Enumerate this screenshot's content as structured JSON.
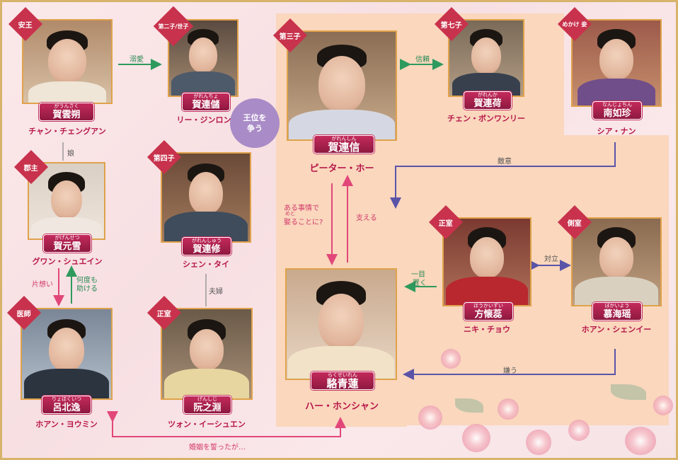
{
  "relations": {
    "dekiai": "溺愛",
    "shinrai": "信頼",
    "musume": "娘",
    "teki_i": "敵意",
    "aru_jijou": "ある事情で",
    "metoru": "めと",
    "metoru_line": "娶ることに?",
    "sasaeru": "支える",
    "kataomoi": "片想い",
    "nando_mo": "何度も",
    "tasukeru": "助ける",
    "fuufu": "夫婦",
    "ichimoku_1": "一目",
    "ichimoku_2": "置く",
    "tairitsu": "対立",
    "kirau": "嫌う",
    "konin": "婚姻を誓ったが…",
    "ouijou_1": "王位を",
    "ouijou_2": "争う"
  },
  "people": {
    "anou": {
      "role": "安王",
      "ruby": "がうんさく",
      "kanji": "賀雲朔",
      "actor": "チャン・チェングアン"
    },
    "renju": {
      "role": "第二子/世子",
      "ruby": "がれんちょ",
      "kanji": "賀連儲",
      "actor": "リー・ジンロン"
    },
    "renshin": {
      "role": "第三子",
      "ruby": "がれんしん",
      "kanji": "賀連信",
      "actor": "ピーター・ホー"
    },
    "renka": {
      "role": "第七子",
      "ruby": "がれんか",
      "kanji": "賀連荷",
      "actor": "チェン・ボンワンリー"
    },
    "nanjochin": {
      "role": "めかけ 妾",
      "ruby": "なんじょちん",
      "kanji": "南如珍",
      "actor": "シア・ナン"
    },
    "genset": {
      "role": "郡主",
      "ruby": "がげんせつ",
      "kanji": "賀元雪",
      "actor": "グワン・シュエイン"
    },
    "renshu": {
      "role": "第四子",
      "ruby": "がれんしゅう",
      "kanji": "賀連修",
      "actor": "シェン・タイ"
    },
    "hokui": {
      "role": "医師",
      "ruby": "りょほくいつ",
      "kanji": "呂北逸",
      "actor": "ホアン・ヨウミン"
    },
    "shiken": {
      "role": "正室",
      "ruby": "げんしじ",
      "kanji": "阮之淵",
      "actor": "ツォン・イーシュエン"
    },
    "seiren": {
      "ruby": "らくせいれん",
      "kanji": "駱青蓮",
      "actor": "ハー・ホンシャン"
    },
    "kaisui": {
      "role": "正室",
      "ruby": "ほうかいずい",
      "kanji": "方懐蕊",
      "actor": "ニキ・チョウ"
    },
    "kaiyo": {
      "role": "側室",
      "ruby": "ぼかいよう",
      "kanji": "慕海瑶",
      "actor": "ホアン・シェンイー"
    }
  },
  "colors": {
    "accent": "#c8324c",
    "pinkArrow": "#e2477a",
    "greenArrow": "#2e9a5e",
    "blueArrow": "#5a54a8",
    "peach": "#fad7bd",
    "violet": "#a98bc7"
  }
}
